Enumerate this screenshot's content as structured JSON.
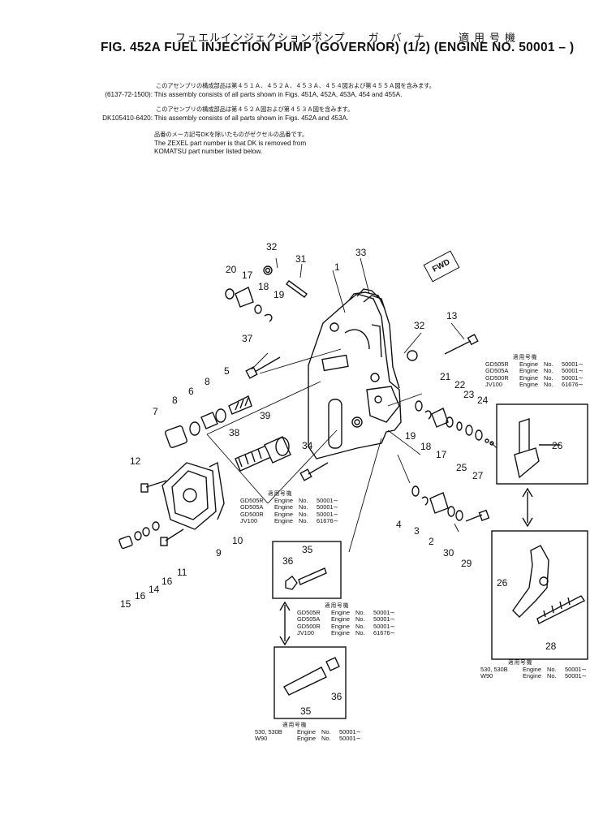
{
  "header": {
    "jp_title": "フュエルインジェクションポンプ　　ガ　バ　ナ",
    "jp_applicability": "適用号機",
    "title": "FIG. 452A  FUEL INJECTION PUMP (GOVERNOR) (1/2) (ENGINE NO. 50001 – )"
  },
  "assembly_notes": [
    {
      "jp": "このアセンブリの構成部品は第４５１Ａ、４５２Ａ、４５３Ａ、４５４図および第４５５Ａ図を含みます。",
      "part_no": "(6137-72-1500):",
      "en": "This assembly consists of all parts shown in Figs. 451A, 452A, 453A, 454 and 455A."
    },
    {
      "jp": "このアセンブリの構成部品は第４５２Ａ図および第４５３Ａ図を含みます。",
      "part_no": "DK105410-6420:",
      "en": "This assembly consists of all parts shown in Figs. 452A and 453A."
    }
  ],
  "zexel_note": {
    "jp": "品番のメーカ記号DKを除いたものがゼクセルの品番です。",
    "line1": "The ZEXEL part number is that DK is removed from",
    "line2": "KOMATSU part number listed below."
  },
  "applicability_blocks": [
    {
      "id": "right-top",
      "header": "適用号機",
      "rows": [
        {
          "model": "GD505R",
          "engine": "Engine",
          "no": "No.",
          "serial": "50001∼"
        },
        {
          "model": "GD505A",
          "engine": "Engine",
          "no": "No.",
          "serial": "50001∼"
        },
        {
          "model": "GD500R",
          "engine": "Engine",
          "no": "No.",
          "serial": "50001∼"
        },
        {
          "model": "JV100",
          "engine": "Engine",
          "no": "No.",
          "serial": "61676∼"
        }
      ]
    },
    {
      "id": "center-left",
      "header": "適用号機",
      "rows": [
        {
          "model": "GD505R",
          "engine": "Engine",
          "no": "No.",
          "serial": "50001∼"
        },
        {
          "model": "GD505A",
          "engine": "Engine",
          "no": "No.",
          "serial": "50001∼"
        },
        {
          "model": "GD500R",
          "engine": "Engine",
          "no": "No.",
          "serial": "50001∼"
        },
        {
          "model": "JV100",
          "engine": "Engine",
          "no": "No.",
          "serial": "61676∼"
        }
      ]
    },
    {
      "id": "center-mid",
      "header": "適用号機",
      "rows": [
        {
          "model": "GD505R",
          "engine": "Engine",
          "no": "No.",
          "serial": "50001∼"
        },
        {
          "model": "GD505A",
          "engine": "Engine",
          "no": "No.",
          "serial": "50001∼"
        },
        {
          "model": "GD500R",
          "engine": "Engine",
          "no": "No.",
          "serial": "50001∼"
        },
        {
          "model": "JV100",
          "engine": "Engine",
          "no": "No.",
          "serial": "61676∼"
        }
      ]
    },
    {
      "id": "center-bottom",
      "header": "適用号機",
      "rows": [
        {
          "model": "530, 530B",
          "engine": "Engine",
          "no": "No.",
          "serial": "50001∼"
        },
        {
          "model": "W90",
          "engine": "Engine",
          "no": "No.",
          "serial": "50001∼"
        }
      ]
    },
    {
      "id": "right-bottom",
      "header": "適用号機",
      "rows": [
        {
          "model": "530, 530B",
          "engine": "Engine",
          "no": "No.",
          "serial": "50001∼"
        },
        {
          "model": "W90",
          "engine": "Engine",
          "no": "No.",
          "serial": "50001∼"
        }
      ]
    }
  ],
  "fwd_label": "FWD",
  "callouts": {
    "c1": "1",
    "c2": "2",
    "c3": "3",
    "c4": "4",
    "c5": "5",
    "c6": "6",
    "c7": "7",
    "c8a": "8",
    "c8b": "8",
    "c9": "9",
    "c10": "10",
    "c11": "11",
    "c12": "12",
    "c13": "13",
    "c14": "14",
    "c15": "15",
    "c16a": "16",
    "c16b": "16",
    "c17a": "17",
    "c17b": "17",
    "c18a": "18",
    "c18b": "18",
    "c19a": "19",
    "c19b": "19",
    "c20": "20",
    "c21": "21",
    "c22": "22",
    "c23": "23",
    "c24": "24",
    "c25": "25",
    "c26a": "26",
    "c26b": "26",
    "c27": "27",
    "c28": "28",
    "c29": "29",
    "c30": "30",
    "c31": "31",
    "c32a": "32",
    "c32b": "32",
    "c33": "33",
    "c34": "34",
    "c35a": "35",
    "c35b": "35",
    "c36a": "36",
    "c36b": "36",
    "c37": "37",
    "c38": "38",
    "c39": "39"
  }
}
